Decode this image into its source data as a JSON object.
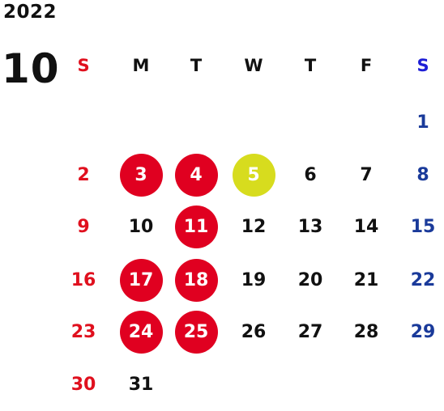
{
  "year": "2022",
  "month": "10",
  "colors": {
    "sunday": "#e0101e",
    "saturday": "#1a3a9a",
    "saturday_header": "#1e1ed6",
    "weekday": "#111111",
    "highlight_red": "#e00020",
    "highlight_yellow": "#d7dc1e",
    "circle_text": "#ffffff"
  },
  "weekdays": [
    "S",
    "M",
    "T",
    "W",
    "T",
    "F",
    "S"
  ],
  "weeks": [
    [
      null,
      null,
      null,
      null,
      null,
      null,
      "1"
    ],
    [
      "2",
      "3",
      "4",
      "5",
      "6",
      "7",
      "8"
    ],
    [
      "9",
      "10",
      "11",
      "12",
      "13",
      "14",
      "15"
    ],
    [
      "16",
      "17",
      "18",
      "19",
      "20",
      "21",
      "22"
    ],
    [
      "23",
      "24",
      "25",
      "26",
      "27",
      "28",
      "29"
    ],
    [
      "30",
      "31",
      null,
      null,
      null,
      null,
      null
    ]
  ],
  "highlighted_red": [
    "3",
    "4",
    "11",
    "17",
    "18",
    "24",
    "25"
  ],
  "highlighted_yellow": [
    "5"
  ]
}
